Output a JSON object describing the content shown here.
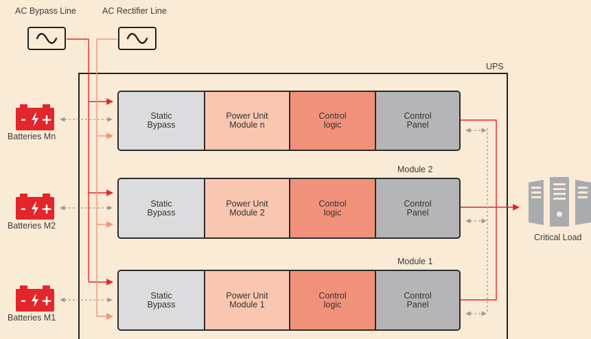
{
  "sources": {
    "bypass_label": "AC Bypass Line",
    "rectifier_label": "AC Rectifier Line",
    "icon": "ac-sine-wave-icon"
  },
  "ups": {
    "label": "UPS"
  },
  "modules": [
    {
      "label": "",
      "battery_label": "Batteries Mn",
      "cells": [
        "Static\nBypass",
        "Power Unit\nModule n",
        "Control\nlogic",
        "Control\nPanel"
      ]
    },
    {
      "label": "Module 2",
      "battery_label": "Batteries M2",
      "cells": [
        "Static\nBypass",
        "Power Unit\nModule 2",
        "Control\nlogic",
        "Control\nPanel"
      ]
    },
    {
      "label": "Module 1",
      "battery_label": "Batteries M1",
      "cells": [
        "Static\nBypass",
        "Power Unit\nModule 1",
        "Control\nlogic",
        "Control\nPanel"
      ]
    }
  ],
  "battery": {
    "icon": "battery-icon",
    "minus": "-",
    "plus": "+"
  },
  "load": {
    "label": "Critical Load",
    "icon": "server-rack-icon"
  },
  "colors": {
    "background": "#faebd6",
    "bypass_line": "#e3262b",
    "rectifier_line": "#f2957a",
    "static_bypass": "#dcdcdf",
    "power_unit": "#f9c6b0",
    "control_logic": "#f2917a",
    "control_panel": "#b5b5b7",
    "battery": "#e3262b",
    "dashed": "#9a9a9a",
    "server": "#a9abaf"
  }
}
